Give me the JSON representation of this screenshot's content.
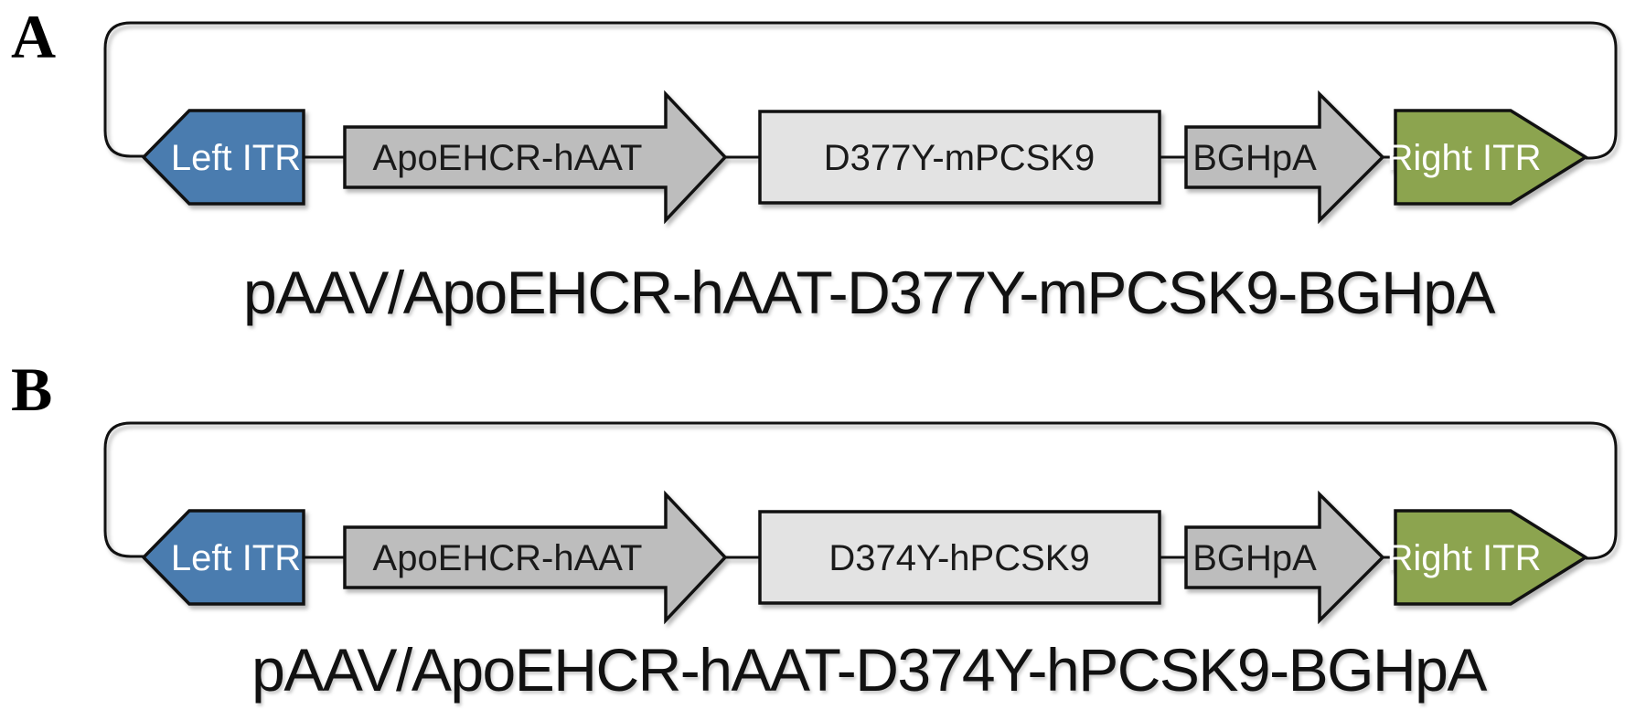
{
  "panels": [
    {
      "label": "A",
      "elements": {
        "left_itr": "Left ITR",
        "promoter": "ApoEHCR-hAAT",
        "gene": "D377Y-mPCSK9",
        "polya": "BGHpA",
        "right_itr": "Right ITR"
      },
      "caption": "pAAV/ApoEHCR-hAAT-D377Y-mPCSK9-BGHpA"
    },
    {
      "label": "B",
      "elements": {
        "left_itr": "Left ITR",
        "promoter": "ApoEHCR-hAAT",
        "gene": "D374Y-hPCSK9",
        "polya": "BGHpA",
        "right_itr": "Right ITR"
      },
      "caption": "pAAV/ApoEHCR-hAAT-D374Y-hPCSK9-BGHpA"
    }
  ],
  "colors": {
    "itr_blue": "#4A7CAF",
    "itr_green": "#8CA44F",
    "arrow_gray": "#BDBDBD",
    "gene_gray": "#E3E3E3",
    "stroke": "#111111"
  }
}
